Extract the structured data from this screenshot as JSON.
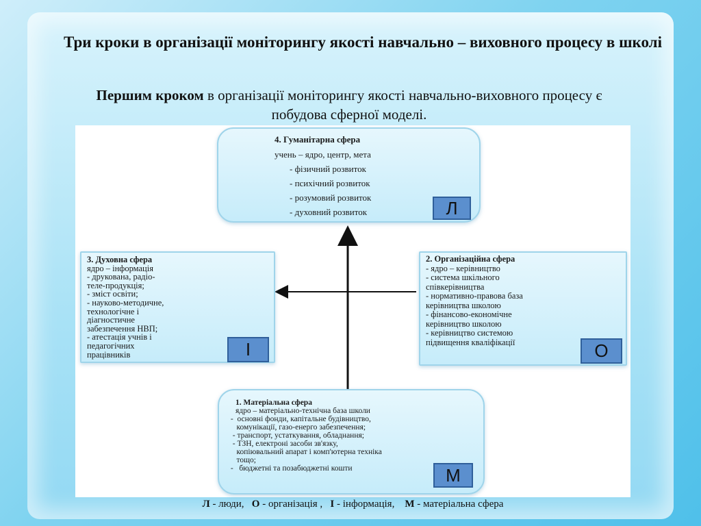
{
  "title": "Три кроки в організації моніторингу якості навчально – виховного процесу в школі",
  "subtitle": {
    "bold": "Першим кроком",
    "rest": " в організації моніторингу якості  навчально-виховного процесу є побудова сферної моделі."
  },
  "spheres": {
    "humanitarian": {
      "heading": "4. Гуманітарна сфера",
      "lines": [
        "учень – ядро, центр, мета",
        "-  фізичний розвиток",
        "-  психічний розвиток",
        "-  розумовий розвиток",
        "-  духовний розвиток"
      ],
      "letter": "Л"
    },
    "spiritual": {
      "heading": "3. Духовна сфера",
      "lines": [
        "ядро – інформація",
        "-  друкована, радіо-",
        "теле-продукція;",
        "-  зміст освіти;",
        "-  науково-методичне,",
        "технологічне і",
        "діагностичне",
        "забезпечення НВП;",
        "-  атестація учнів і",
        "педагогічних",
        "працівників"
      ],
      "letter": "І"
    },
    "organizational": {
      "heading": "2. Організаційна сфера",
      "lines": [
        "-  ядро – керівництво",
        "-  система шкільного",
        "співкерівництва",
        "-  нормативно-правова база",
        "керівництва школою",
        "-  фінансово-економічне",
        "керівництво школою",
        "-  керівництво системою",
        "підвищення кваліфікації"
      ],
      "letter": "О"
    },
    "material": {
      "heading": "1. Матеріальна сфера",
      "lines": [
        "ядро – матеріально-технічна база школи",
        " -  основні фонди, капітальне будівництво,",
        "    комунікації, газо-енерго забезпечення;",
        "  - транспорт, устаткування, обладнання;",
        "  - ТЗН, електроні засоби зв'язку,",
        "    копіювальний апарат і комп'ютерна техніка",
        "    тощо;",
        " -   бюджетні та позабюджетні кошти"
      ],
      "letter": "М"
    }
  },
  "legend": [
    {
      "key": "Л",
      "text": " - люди,   "
    },
    {
      "key": "О",
      "text": " - організація ,   "
    },
    {
      "key": "І",
      "text": " - інформація,    "
    },
    {
      "key": "М",
      "text": " - матеріальна сфера"
    }
  ]
}
